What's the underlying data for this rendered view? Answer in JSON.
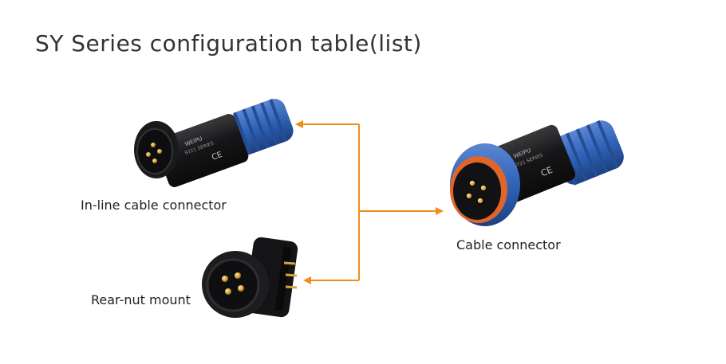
{
  "title": "SY Series configuration table(list)",
  "labels": {
    "inline": "In-line cable connector",
    "rear": "Rear-nut mount",
    "cable": "Cable connector"
  },
  "product_text": {
    "brand": "WEIPU",
    "series": "SY21 SERIES",
    "mark": "CE"
  },
  "colors": {
    "arrow": "#f08c1c",
    "connector_blue": "#2f63b8",
    "connector_body": "#1b1b1d",
    "pin_gold": "#d7a63b",
    "text": "#333333"
  }
}
